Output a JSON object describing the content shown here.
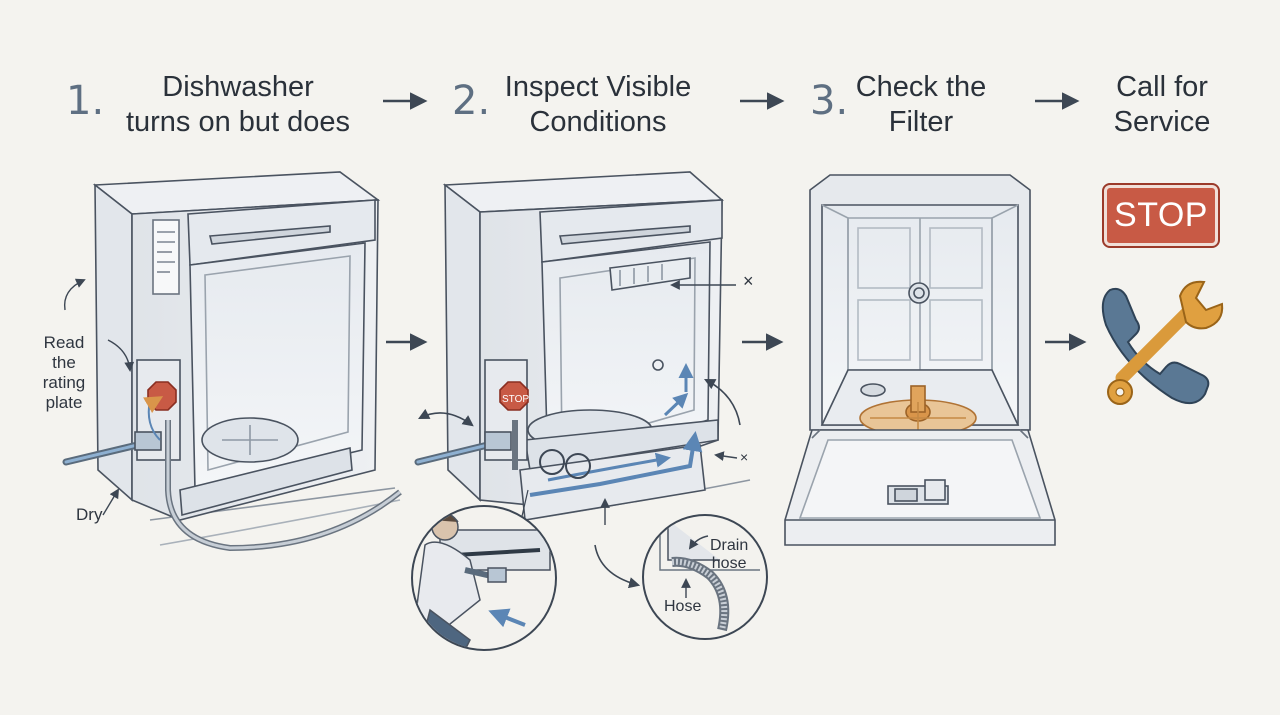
{
  "steps": [
    {
      "number": "1.",
      "title_line1": "Dishwasher",
      "title_line2": "turns on but does"
    },
    {
      "number": "2.",
      "title_line1": "Inspect Visible",
      "title_line2": "Conditions"
    },
    {
      "number": "3.",
      "title_line1": "Check the",
      "title_line2": "Filter"
    },
    {
      "number": "",
      "title_line1": "Call for",
      "title_line2": "Service"
    }
  ],
  "annotations": {
    "rating_plate": [
      "Read",
      "the",
      "rating",
      "plate"
    ],
    "dry": "Dry",
    "drain_hose": [
      "Drain",
      "hose"
    ],
    "hose": "Hose",
    "stop": "STOP",
    "warning_label": "STOP",
    "mark_x1": "×",
    "mark_x2": "×"
  },
  "colors": {
    "stop_red": "#c85a45",
    "wrench_orange": "#e0a040",
    "phone_blue": "#5a7894",
    "flow_blue": "#5b86b5",
    "filter_orange": "#d9954a"
  },
  "icons": [
    "arrow-right-icon",
    "stop-sign-icon",
    "phone-icon",
    "wrench-icon"
  ]
}
